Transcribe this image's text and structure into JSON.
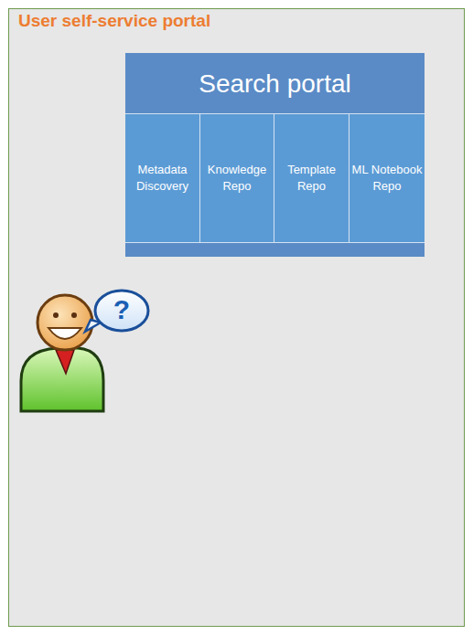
{
  "diagram": {
    "nodes": [
      {
        "text": [
          "User self-service portal"
        ]
      },
      {
        "text": [
          "Search portal"
        ],
        "in": 0
      },
      {
        "text": [
          "Metadata Discovery"
        ],
        "in": 1
      },
      {
        "text": [
          "Knowledge Repo"
        ],
        "in": 1
      },
      {
        "text": [
          "Template Repo"
        ],
        "in": 1
      },
      {
        "text": [
          "ML Notebook Repo"
        ],
        "in": 1
      }
    ],
    "labels": [
      "?"
    ]
  }
}
